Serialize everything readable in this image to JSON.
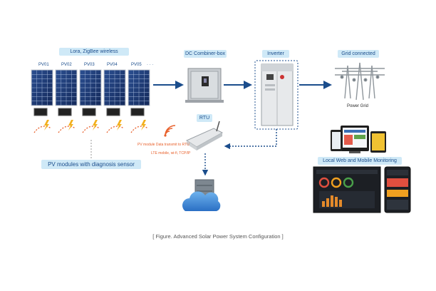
{
  "labels": {
    "lora": "Lora, ZigBee wireless",
    "dc_combiner": "DC Combiner-box",
    "inverter": "Inverter",
    "grid": "Grid connected",
    "power_grid": "Power Grid",
    "rtu": "RTU",
    "pv_diag": "PV modules with diagnosis sensor",
    "local_web": "Local Web and Mobile Monitoring",
    "rtu_note1": "PV module Data transmit to RTU",
    "rtu_note2": "LTE mobile, wi-fi, TCP/IP",
    "caption": "[ Figure. Advanced Solar Power System Configuration ]",
    "ellipsis": "· · ·"
  },
  "pv_modules": [
    "PV01",
    "PV02",
    "PV03",
    "PV04",
    "PV05"
  ],
  "colors": {
    "pill_bg": "#cfe9f7",
    "pill_text": "#1b4d8c",
    "arrow": "#1b4d8c",
    "panel": "#1f3c75",
    "orange": "#e8612c",
    "cloud": "#3a7fd0"
  }
}
